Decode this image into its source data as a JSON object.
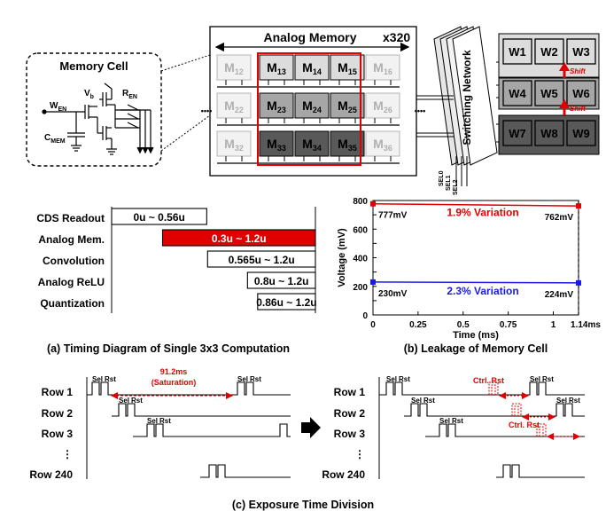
{
  "memory_cell": {
    "title": "Memory Cell",
    "labels": {
      "wen": "W",
      "wen_sub": "EN",
      "vb": "V",
      "vb_sub": "b",
      "ren": "R",
      "ren_sub": "EN",
      "cmem": "C",
      "cmem_sub": "MEM"
    }
  },
  "analog_memory": {
    "title": "Analog Memory",
    "multiplier": "x320",
    "dots": "••••",
    "rows": [
      [
        {
          "t": "M",
          "s": "12"
        },
        {
          "t": "M",
          "s": "13"
        },
        {
          "t": "M",
          "s": "14"
        },
        {
          "t": "M",
          "s": "15"
        },
        {
          "t": "M",
          "s": "16"
        }
      ],
      [
        {
          "t": "M",
          "s": "22"
        },
        {
          "t": "M",
          "s": "23"
        },
        {
          "t": "M",
          "s": "24"
        },
        {
          "t": "M",
          "s": "25"
        },
        {
          "t": "M",
          "s": "26"
        }
      ],
      [
        {
          "t": "M",
          "s": "32"
        },
        {
          "t": "M",
          "s": "33"
        },
        {
          "t": "M",
          "s": "34"
        },
        {
          "t": "M",
          "s": "35"
        },
        {
          "t": "M",
          "s": "36"
        }
      ]
    ]
  },
  "switching_network": {
    "label": "Switching Network",
    "sel": [
      "SEL0",
      "SEL1",
      "SEL2"
    ]
  },
  "weights": {
    "rows": [
      [
        "W1",
        "W2",
        "W3"
      ],
      [
        "W4",
        "W5",
        "W6"
      ],
      [
        "W7",
        "W8",
        "W9"
      ]
    ],
    "shift": "Shift"
  },
  "timing": {
    "bars": [
      {
        "label": "CDS Readout",
        "range": "0u ~ 0.56u",
        "start": 0.0,
        "end": 0.56
      },
      {
        "label": "Analog Mem.",
        "range": "0.3u ~ 1.2u",
        "start": 0.3,
        "end": 1.2
      },
      {
        "label": "Convolution",
        "range": "0.565u ~ 1.2u",
        "start": 0.565,
        "end": 1.2
      },
      {
        "label": "Analog ReLU",
        "range": "0.8u ~ 1.2u",
        "start": 0.8,
        "end": 1.2
      },
      {
        "label": "Quantization",
        "range": "0.86u ~ 1.2u",
        "start": 0.86,
        "end": 1.2
      }
    ],
    "caption": "(a) Timing Diagram of Single 3x3 Computation"
  },
  "chart_data": {
    "type": "line",
    "ylabel": "Voltage (mV)",
    "xlabel": "Time (ms)",
    "xlim": [
      0,
      1.14
    ],
    "ylim": [
      0,
      800
    ],
    "xticks": [
      "0",
      "0.25",
      "0.5",
      "0.75",
      "1",
      "1.14ms"
    ],
    "xtick_values": [
      0,
      0.25,
      0.5,
      0.75,
      1,
      1.14
    ],
    "yticks": [
      0,
      100,
      200,
      300,
      400,
      500,
      600,
      700,
      800
    ],
    "series": [
      {
        "color": "#e00000",
        "x": [
          0,
          1.14
        ],
        "y": [
          777,
          762
        ],
        "start_label": "777mV",
        "end_label": "762mV",
        "annotation": "1.9% Variation"
      },
      {
        "color": "#1a1ae6",
        "x": [
          0,
          1.14
        ],
        "y": [
          230,
          224
        ],
        "start_label": "230mV",
        "end_label": "224mV",
        "annotation": "2.3% Variation"
      }
    ],
    "caption": "(b) Leakage of Memory Cell"
  },
  "exposure": {
    "rows": [
      "Row 1",
      "Row 2",
      "Row 3",
      "⋮",
      "Row 240"
    ],
    "sel": "Sel",
    "rst": "Rst",
    "saturation_time": "91.2ms",
    "saturation_label": "(Saturation)",
    "ctrl_rst": "Ctrl. Rst",
    "caption": "(c) Exposure Time Division"
  },
  "colors": {
    "red": "#e00000",
    "blue": "#1a1ae6",
    "light": "#dcdcdc",
    "mid": "#a6a6a6",
    "dark": "#595959"
  }
}
